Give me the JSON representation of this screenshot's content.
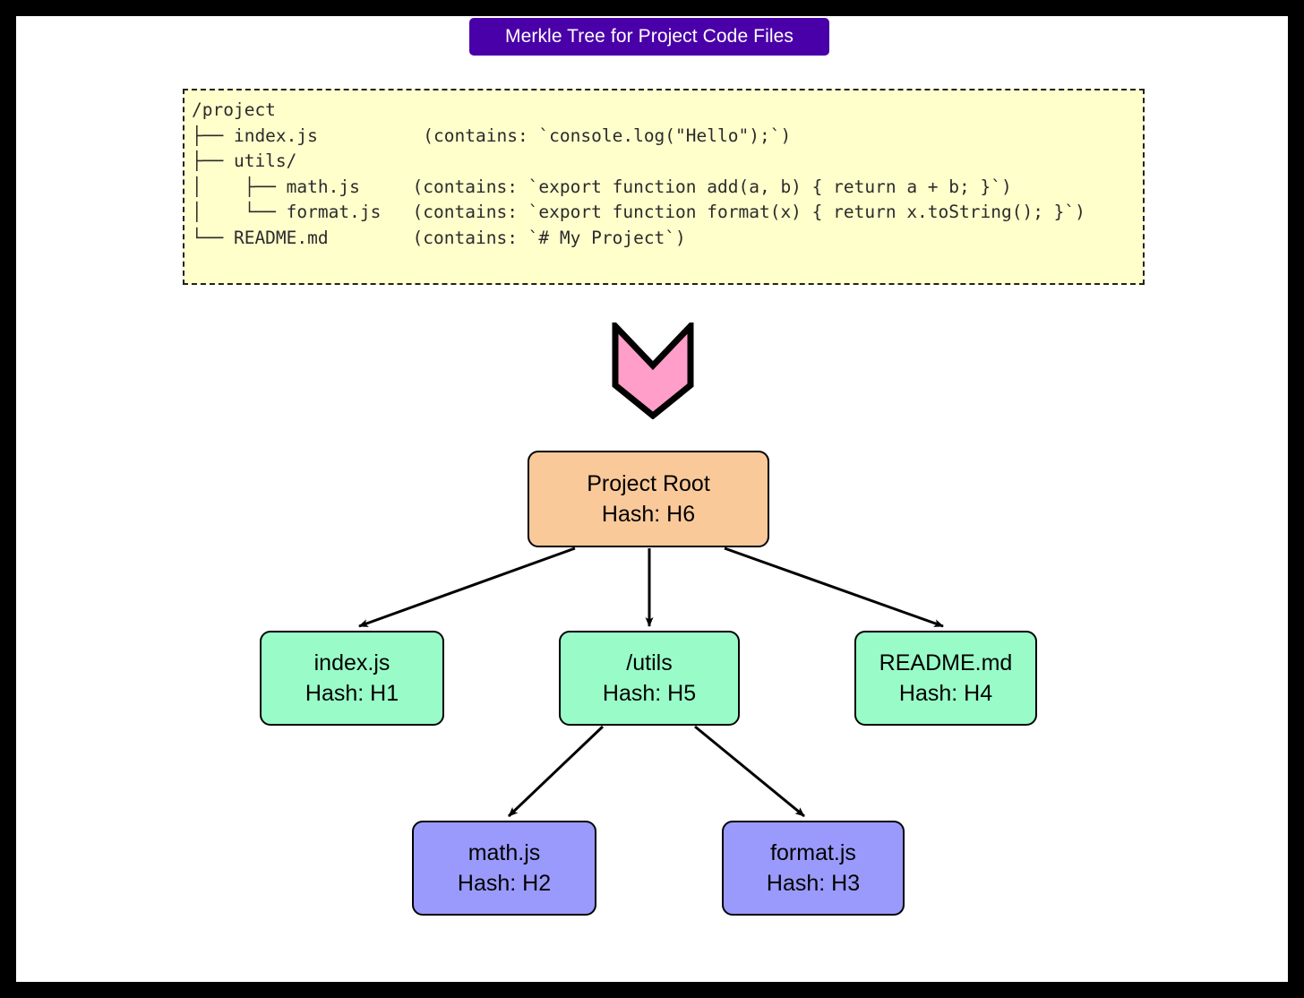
{
  "title": {
    "text": "Merkle Tree for Project Code Files",
    "background": "#4a00a8",
    "color": "#ffffff"
  },
  "code_block": {
    "background": "#ffffcc",
    "border_color": "#222222",
    "listing": "/project\n├── index.js          (contains: `console.log(\"Hello\");`)\n├── utils/\n│    ├── math.js     (contains: `export function add(a, b) { return a + b; }`)\n│    └── format.js   (contains: `export function format(x) { return x.toString(); }`)\n└── README.md        (contains: `# My Project`)"
  },
  "flow_arrow": {
    "name": "chevron-down-arrow",
    "fill": "#ff9ec8",
    "stroke": "#000000"
  },
  "tree": {
    "root": {
      "label_line1": "Project Root",
      "label_line2": "Hash: H6",
      "color": "#fac999"
    },
    "children": [
      {
        "id": "index-js",
        "label_line1": "index.js",
        "label_line2": "Hash: H1",
        "color": "#99fcc8"
      },
      {
        "id": "utils",
        "label_line1": "/utils",
        "label_line2": "Hash: H5",
        "color": "#99fcc8"
      },
      {
        "id": "readme-md",
        "label_line1": "README.md",
        "label_line2": "Hash: H4",
        "color": "#99fcc8"
      }
    ],
    "grandchildren": [
      {
        "id": "math-js",
        "label_line1": "math.js",
        "label_line2": "Hash: H2",
        "color": "#9a9afc"
      },
      {
        "id": "format-js",
        "label_line1": "format.js",
        "label_line2": "Hash: H3",
        "color": "#9a9afc"
      }
    ]
  }
}
